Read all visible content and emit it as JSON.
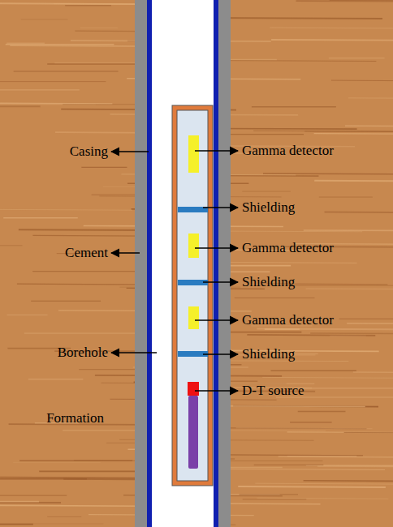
{
  "diagram": {
    "labels": [
      "Casing",
      "Gamma detector",
      "Shielding",
      "Cement",
      "Gamma detector",
      "Shielding",
      "Gamma detector",
      "Borehole",
      "Shielding",
      "D-T source",
      "Formation"
    ]
  }
}
